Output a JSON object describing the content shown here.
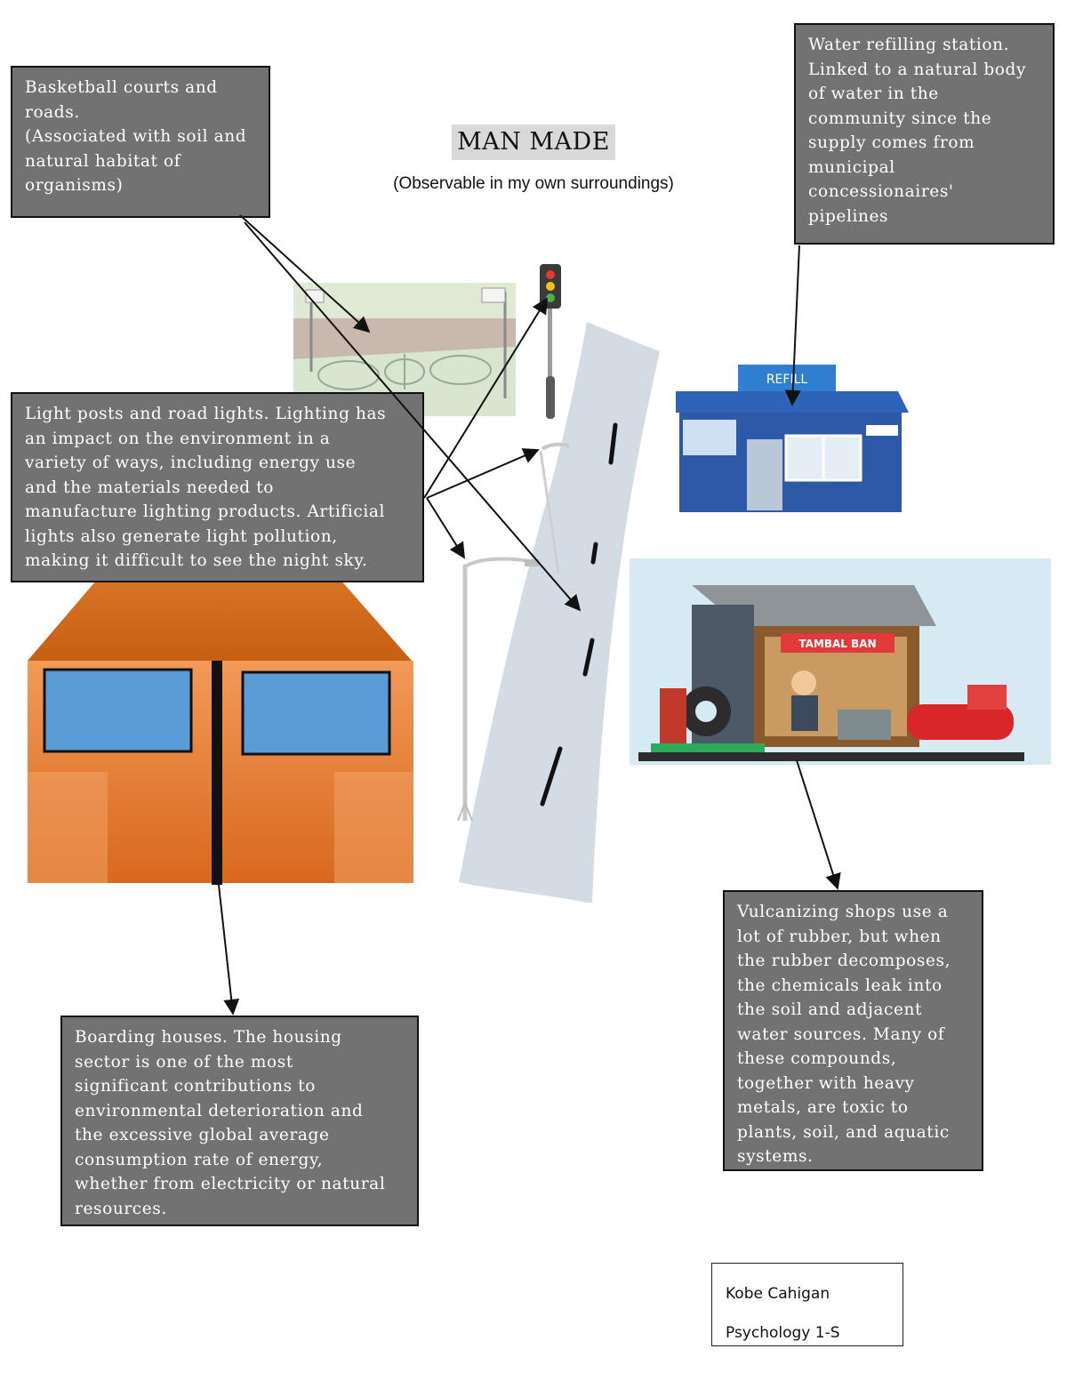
{
  "title": "MAN MADE",
  "subtitle": "(Observable in my own surroundings)",
  "callouts": {
    "basketball": "Basketball courts and\nroads.\n(Associated with soil and\nnatural habitat of\norganisms)",
    "water": "Water refilling station.\nLinked to a natural body\nof water in the\ncommunity since the\nsupply comes from\nmunicipal\nconcessionaires'\npipelines",
    "lights": "Light posts and road lights. Lighting has\nan impact on the environment in a\nvariety of ways, including energy use\nand the materials needed to\nmanufacture lighting products. Artificial\nlights also generate light pollution,\nmaking it difficult to see the night sky.",
    "vulcanizing": "Vulcanizing shops use a\nlot of rubber, but when\nthe rubber decomposes,\nthe chemicals leak into\nthe soil and adjacent\nwater sources. Many of\nthese compounds,\ntogether with heavy\nmetals, are toxic to\nplants, soil, and aquatic\nsystems.",
    "boarding": "Boarding houses. The housing\nsector is one of the most\nsignificant contributions to\nenvironmental deterioration and\nthe excessive global average\nconsumption rate of energy,\nwhether from electricity or natural\nresources."
  },
  "images": {
    "shop_sign": "TAMBAL BAN",
    "station_sign": "REFILL"
  },
  "author": {
    "name": "Kobe Cahigan",
    "course": "Psychology 1-S"
  },
  "colors": {
    "callout_bg": "#727272",
    "road": "#d3dbe5",
    "house_roof": "#d46c1e",
    "house_body": "#e97d2d",
    "window": "#5b9bd5",
    "station_blue": "#2f63b7",
    "shop_red": "#d9262b"
  }
}
